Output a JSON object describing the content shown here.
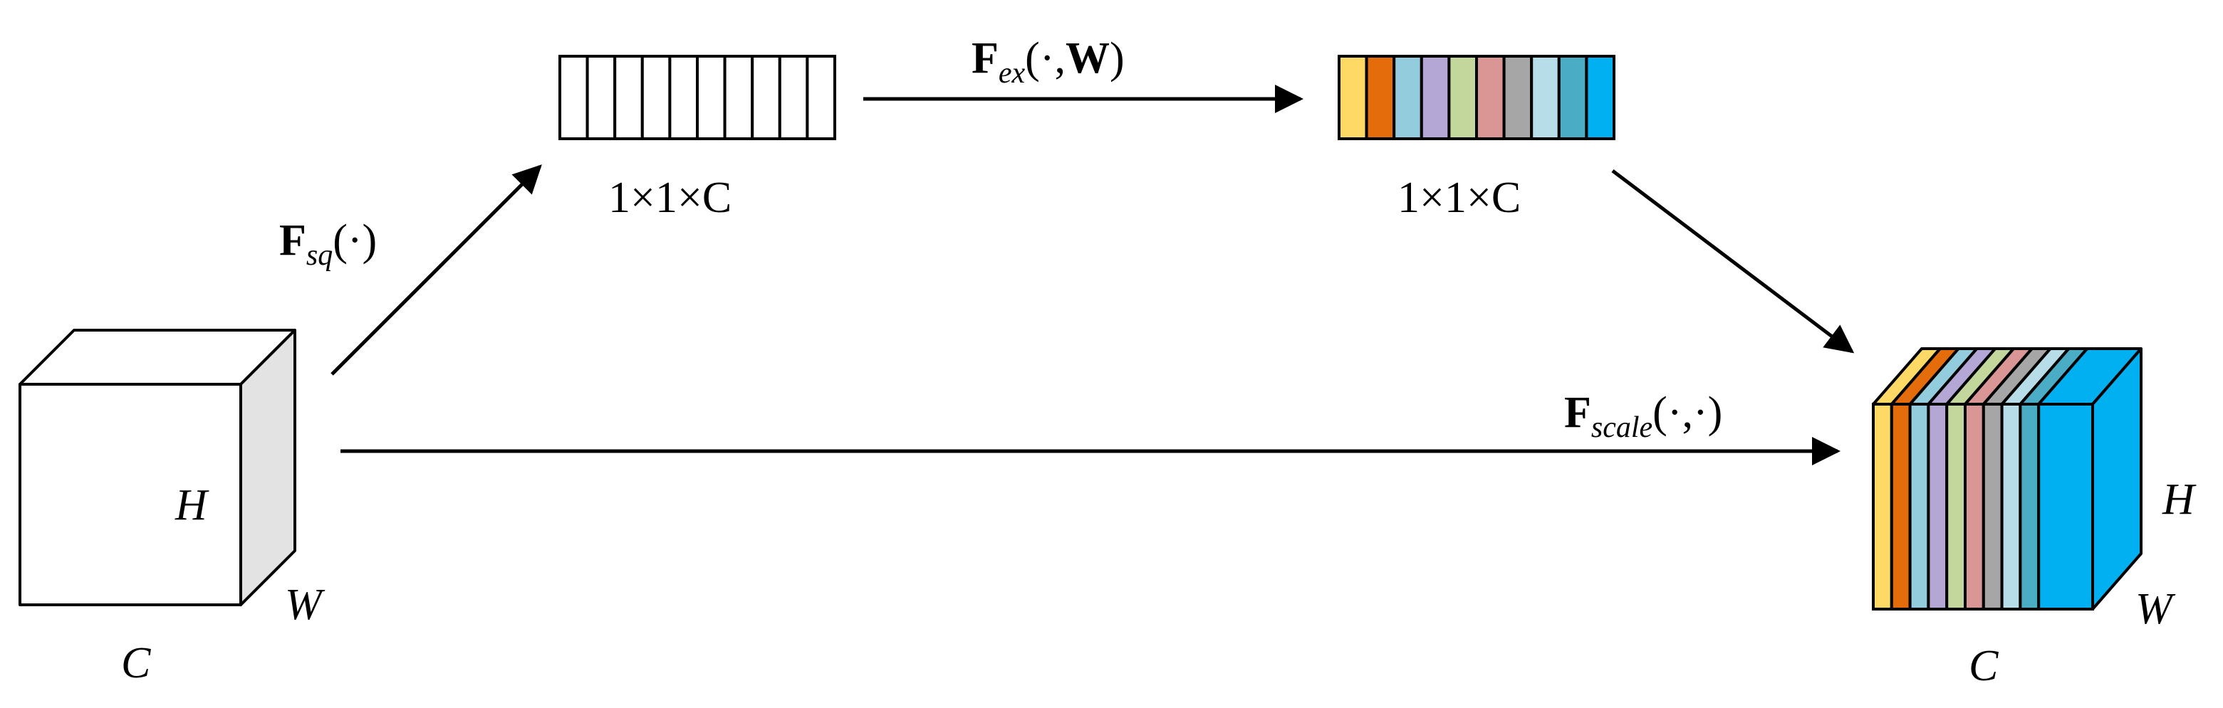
{
  "input_tensor": {
    "height_label": "H",
    "width_label": "W",
    "channel_label": "C"
  },
  "squeeze_op": {
    "symbol": "F",
    "subscript": "sq",
    "args": "(·)"
  },
  "squeeze_vector": {
    "dims_label": "1×1×C",
    "cells": 10
  },
  "excitation_op": {
    "symbol": "F",
    "subscript": "ex",
    "args_open": "(·,",
    "weight_symbol": "W",
    "args_close": ")"
  },
  "excitation_vector": {
    "dims_label": "1×1×C",
    "colors": [
      "#FFD966",
      "#E46C0A",
      "#93CDDD",
      "#B4A7D6",
      "#C3D69B",
      "#D99694",
      "#A6A6A6",
      "#B7DEE8",
      "#4BACC6",
      "#00B0F0"
    ]
  },
  "scale_op": {
    "symbol": "F",
    "subscript": "scale",
    "args": "(·,·)"
  },
  "output_tensor": {
    "height_label": "H",
    "width_label": "W",
    "channel_label": "C",
    "colors": [
      "#FFD966",
      "#E46C0A",
      "#93CDDD",
      "#B4A7D6",
      "#C3D69B",
      "#D99694",
      "#A6A6A6",
      "#B7DEE8",
      "#4BACC6",
      "#00B0F0"
    ]
  }
}
